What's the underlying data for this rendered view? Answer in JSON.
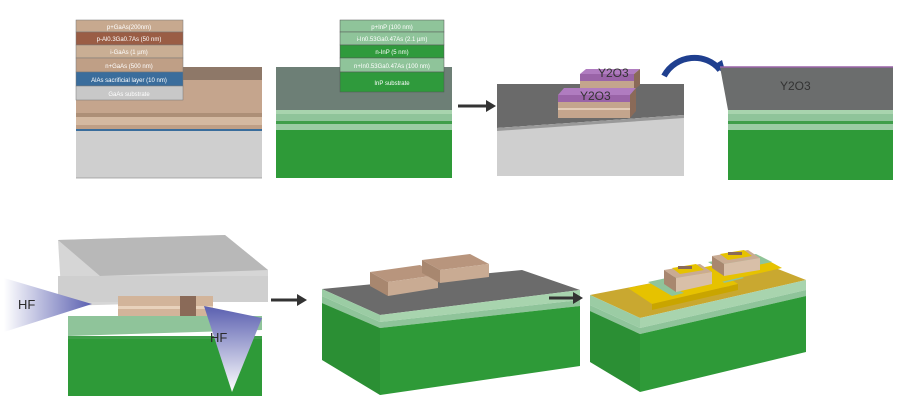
{
  "gaas_stack": {
    "layers": [
      {
        "label": "p+GaAs(200nm)",
        "color": "#c7a98f"
      },
      {
        "label": "p-Al0.3Ga0.7As (50 nm)",
        "color": "#9a5d45"
      },
      {
        "label": "i-GaAs (1 µm)",
        "color": "#c9ae94"
      },
      {
        "label": "n+GaAs (500 nm)",
        "color": "#bf9f86"
      },
      {
        "label": "AlAs sacrificial layer (10 nm)",
        "color": "#3a6d9c"
      },
      {
        "label": "GaAs substrate",
        "color": "#c8c8c8"
      }
    ]
  },
  "inp_stack": {
    "layers": [
      {
        "label": "p+InP (100 nm)",
        "color": "#8fc49a"
      },
      {
        "label": "i-In0.53Ga0.47As (2.1 µm)",
        "color": "#8fc49a"
      },
      {
        "label": "n-InP (5 nm)",
        "color": "#2f9a3c"
      },
      {
        "label": "n+In0.53Ga0.47As (100 nm)",
        "color": "#8fc49a"
      },
      {
        "label": "InP substrate",
        "color": "#2f9a3c"
      }
    ]
  },
  "labels": {
    "y2o3": "Y2O3",
    "hf": "HF"
  },
  "colors": {
    "gaas_top": "#9a8070",
    "gaas_brown": "#c8a890",
    "gaas_gray": "#cfcfcf",
    "inp_green": "#2e9a38",
    "inp_light": "#a8d4ae",
    "oxide_top": "#5a5a5a",
    "y2o3_purple": "#9a64a8",
    "gold": "#e6c200",
    "arrow": "#333333",
    "flip_arrow": "#1f3f8f"
  }
}
